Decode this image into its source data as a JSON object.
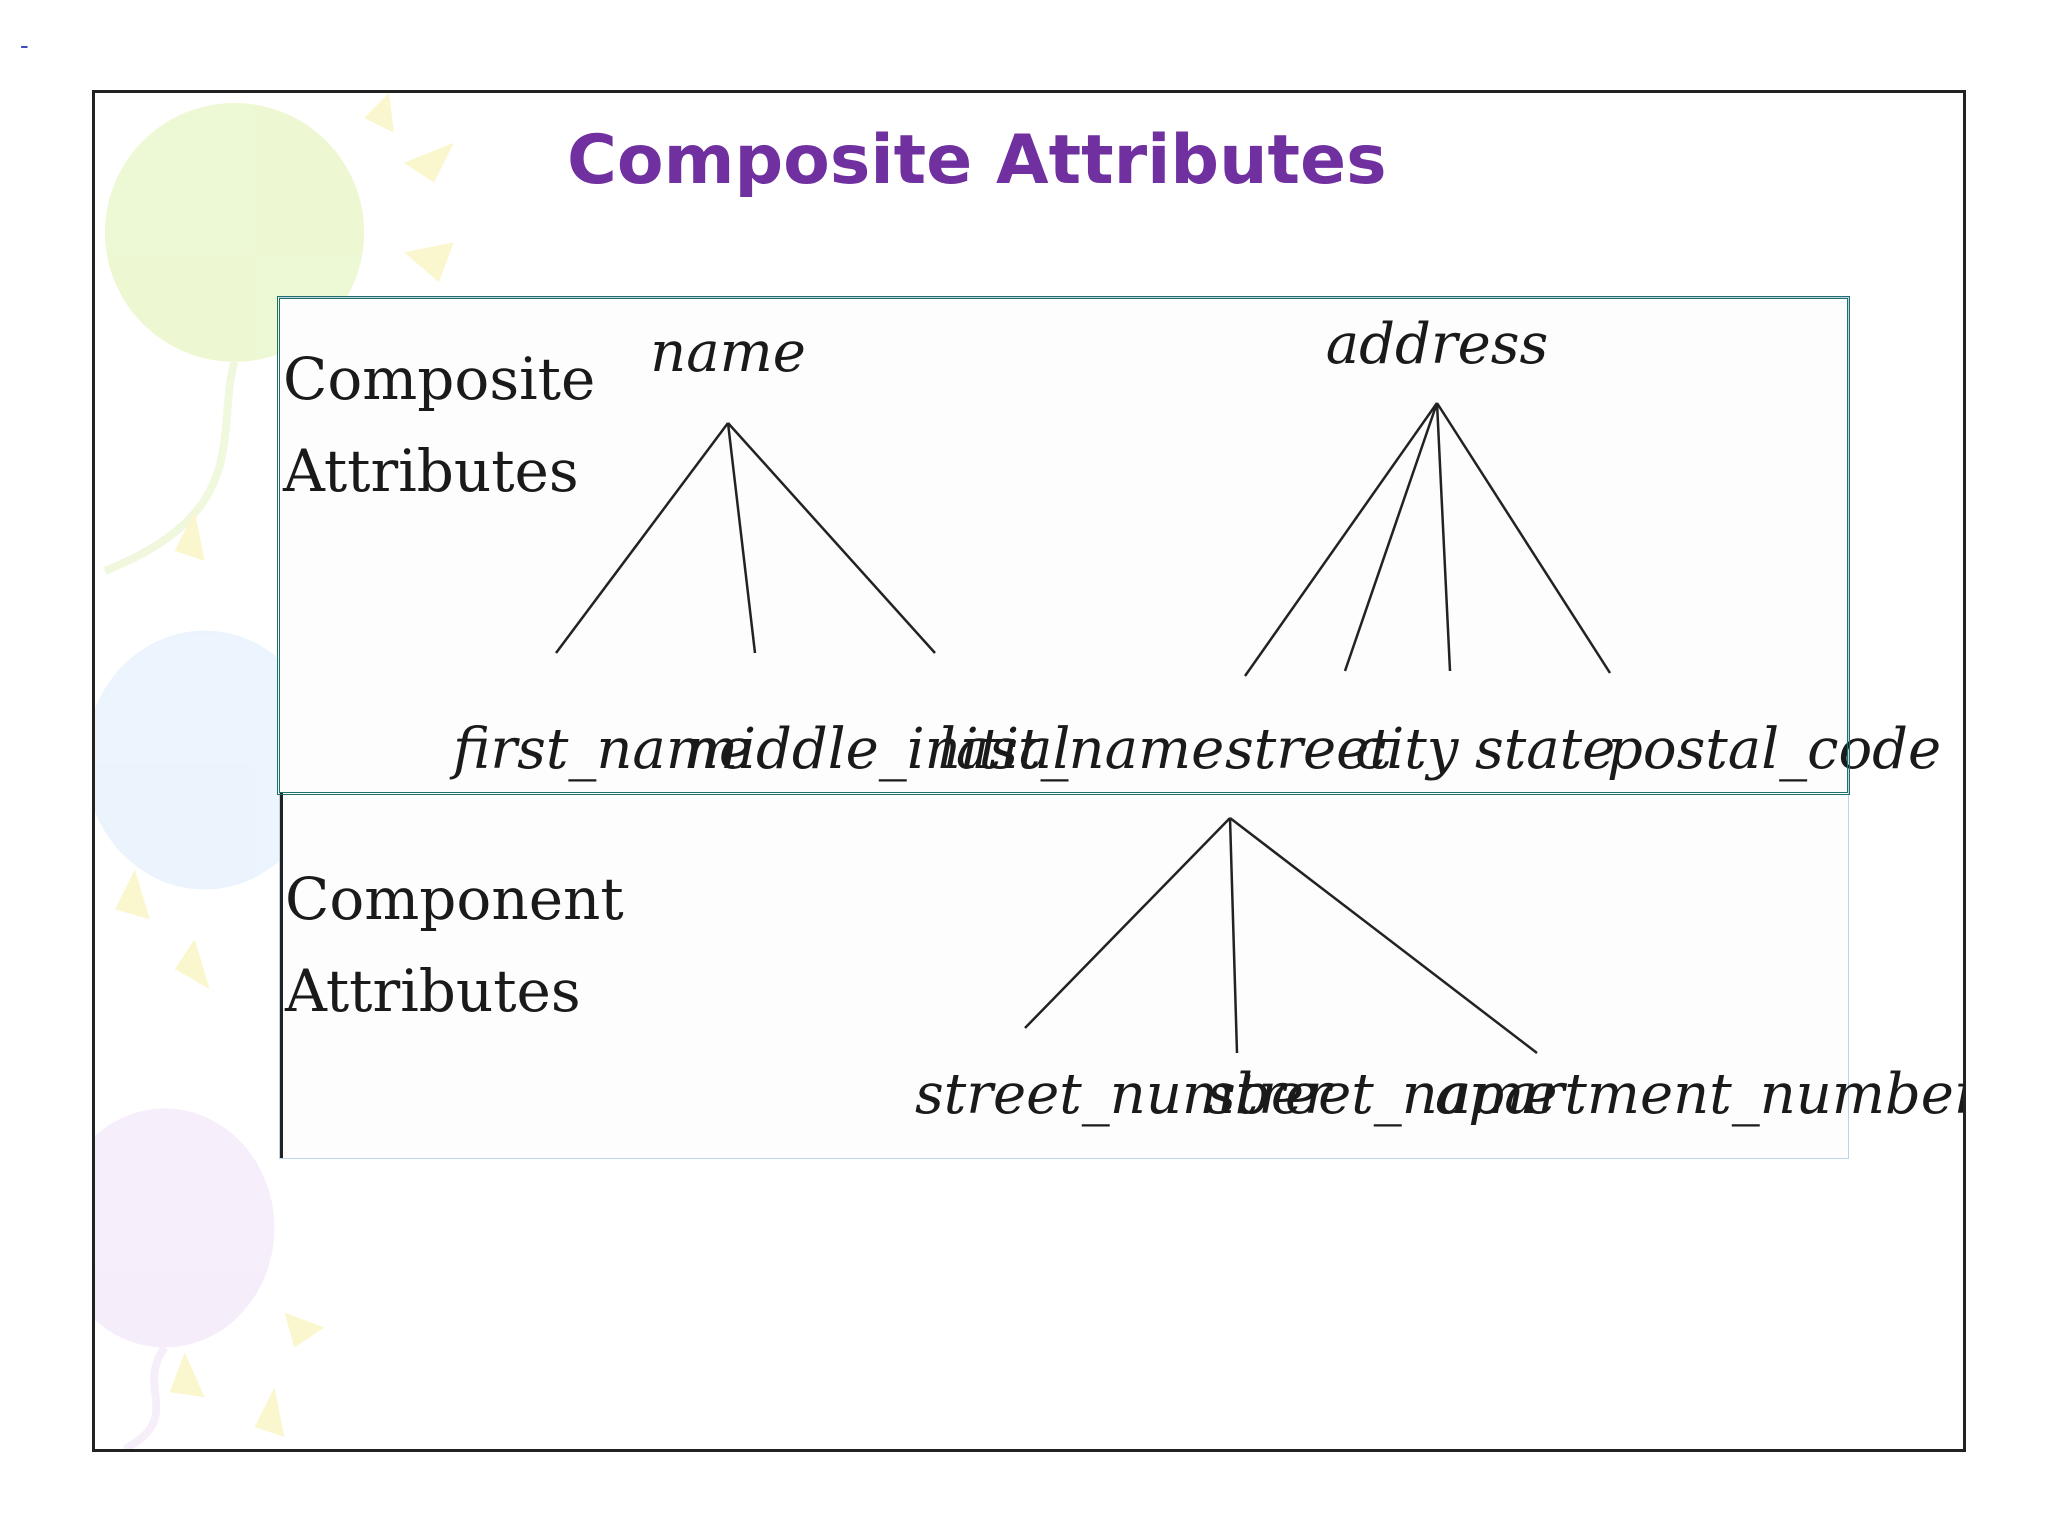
{
  "corner_mark": "-",
  "slide": {
    "title": "Composite Attributes"
  },
  "diagram": {
    "composite_label": [
      "Composite",
      "Attributes"
    ],
    "component_label": [
      "Component",
      "Attributes"
    ],
    "trees": [
      {
        "root": "name",
        "children": [
          "first_name",
          "middle_initial",
          "last_name"
        ]
      },
      {
        "root": "address",
        "children": [
          "street",
          "city",
          "state",
          "postal_code"
        ]
      },
      {
        "root": "street",
        "children": [
          "street_number",
          "street_name",
          "apartment_number"
        ]
      }
    ]
  },
  "colors": {
    "title": "#7030a0",
    "composite_box_border": "#1f6f6a",
    "lines": "#222222"
  }
}
